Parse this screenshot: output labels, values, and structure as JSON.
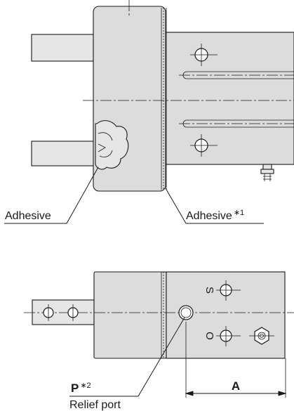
{
  "top_view": {
    "label_adhesive_left": "Adhesive",
    "label_adhesive_right": "Adhesive",
    "note_adhesive_right": "∗1"
  },
  "side_view": {
    "port_s": "S",
    "port_o": "O",
    "label_p": "P",
    "note_p": "∗2",
    "label_relief": "Relief port",
    "dimension_a": "A"
  }
}
